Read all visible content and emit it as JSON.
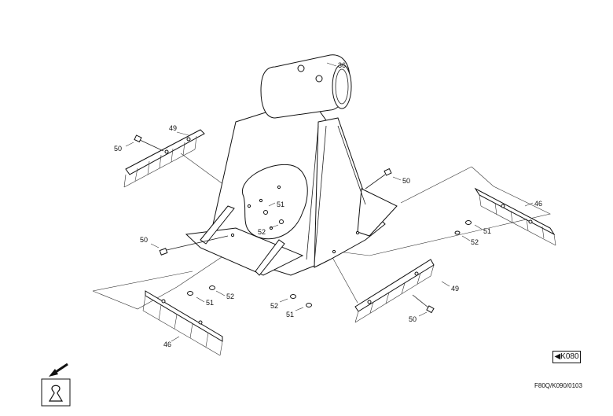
{
  "callouts": {
    "c36": "36",
    "c49a": "49",
    "c50a": "50",
    "c50b": "50",
    "c51a": "51",
    "c52a": "52",
    "c50c": "50",
    "c46a": "46",
    "c51b": "51",
    "c52b": "52",
    "c51c": "51",
    "c52c": "52",
    "c46b": "46",
    "c52d": "52",
    "c51d": "51",
    "c49b": "49",
    "c50d": "50"
  },
  "ref_link": "K080",
  "drawing_code": "F80Q/K090/0103",
  "icons": {
    "direction": "arrow-down-left-icon",
    "keyhole": "keyhole-icon"
  }
}
